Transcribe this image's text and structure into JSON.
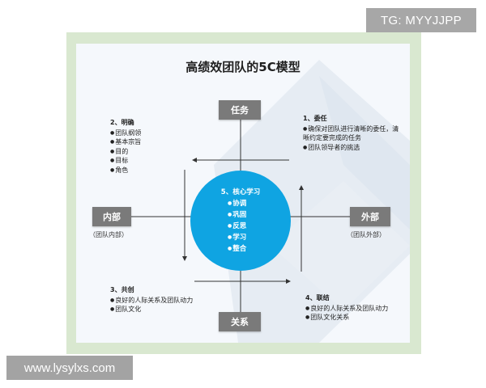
{
  "watermarks": {
    "top": "TG: MYYJJPP",
    "bottom": "www.lysylxs.com"
  },
  "diagram": {
    "title": "高绩效团队的5C模型",
    "boxes": {
      "task": "任务",
      "relation": "关系",
      "internal": "内部",
      "external": "外部"
    },
    "subtitles": {
      "internal": "（团队内部）",
      "external": "（团队外部）"
    },
    "core": {
      "title": "5、核心学习",
      "items": [
        "协调",
        "巩固",
        "反思",
        "学习",
        "整合"
      ]
    },
    "blocks": {
      "responsibility": {
        "title": "1、委任",
        "items": [
          "确保对团队进行清晰的委任，清晰约定要完成的任务",
          "团队领导者的挑选"
        ]
      },
      "clarity": {
        "title": "2、明确",
        "items": [
          "团队纲领",
          "基本宗旨",
          "目的",
          "目标",
          "角色"
        ]
      },
      "cocreate": {
        "title": "3、共创",
        "items": [
          "良好的人际关系及团队动力",
          "团队文化"
        ]
      },
      "connect": {
        "title": "4、联结",
        "items": [
          "良好的人际关系及团队动力",
          "团队文化关系"
        ]
      }
    },
    "colors": {
      "circle": "#0fa4e2",
      "box": "#7a7a7a",
      "frame": "#d9e8d0"
    }
  }
}
